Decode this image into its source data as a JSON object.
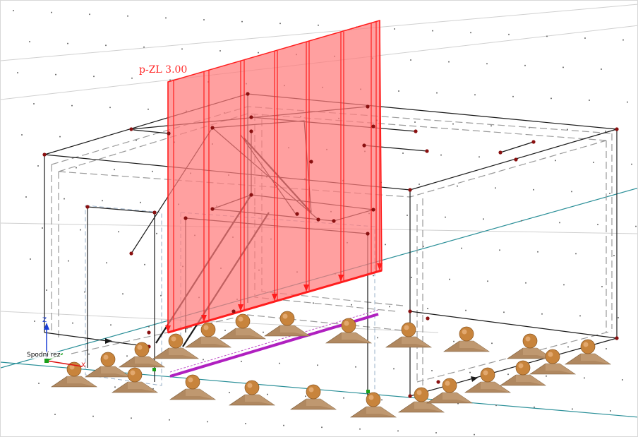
{
  "viewport": {
    "load_label": "p-ZL 3.00",
    "coordinate_system": {
      "name": "Spodní rez",
      "axis_z": "Z",
      "axis_x": "X"
    }
  },
  "colors": {
    "background": "#ffffff",
    "load_area_fill": "#ff7b7b",
    "load_area_stroke": "#ff1d1d",
    "member": "#1a1a1a",
    "node": "#8a1010",
    "dashed_edge": "#9a9a9a",
    "support_bronze": "#c8843c",
    "support_base": "#b08860",
    "grid_line": "#c8c8c8",
    "teal_line": "#2a8f98",
    "line_load": "#b020c0"
  },
  "icons": [
    "sphere-support-icon",
    "node-point-icon",
    "coordinate-axes-icon"
  ]
}
